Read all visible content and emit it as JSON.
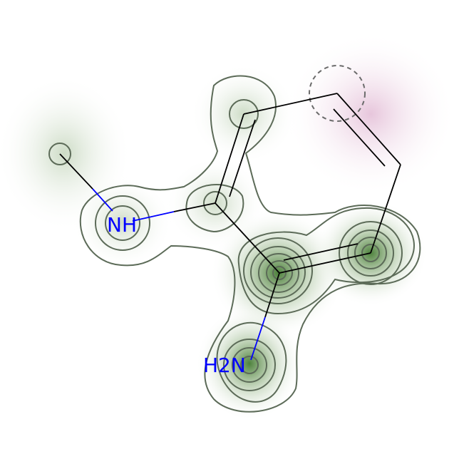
{
  "molecule": {
    "atoms": [
      {
        "id": "H-terminal",
        "label": "",
        "weight": 0.05
      },
      {
        "id": "N-amine",
        "label": "NH",
        "weight": 0.45
      },
      {
        "id": "C-central",
        "label": "",
        "weight": 0.3
      },
      {
        "id": "C-top",
        "label": "",
        "weight": 0.35
      },
      {
        "id": "C-ring-top",
        "label": "",
        "weight": -0.2
      },
      {
        "id": "C-ring-right",
        "label": "",
        "weight": -0.05
      },
      {
        "id": "C-ring-mid",
        "label": "",
        "weight": 0.6
      },
      {
        "id": "C-ring-center",
        "label": "",
        "weight": 1.0
      },
      {
        "id": "N-amino",
        "label": "H2N",
        "weight": 0.55
      }
    ],
    "label_color": "#0000ff",
    "bond_color": "#000000",
    "heteroatom_bond_color": "#0000ff",
    "positive_color": "#2e6b1a",
    "negative_color": "#c97fb0"
  }
}
